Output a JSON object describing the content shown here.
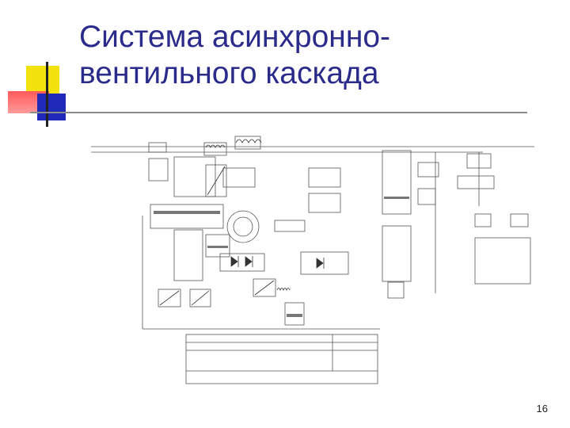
{
  "slide": {
    "title_line1": "Система асинхронно-",
    "title_line2": "вентильного каскада",
    "page_number": "16"
  },
  "colors": {
    "title": "#2b2b8c",
    "deco_yellow": "#f3e20c",
    "deco_red": "#ff5a5a",
    "deco_blue": "#1f2ab8"
  }
}
